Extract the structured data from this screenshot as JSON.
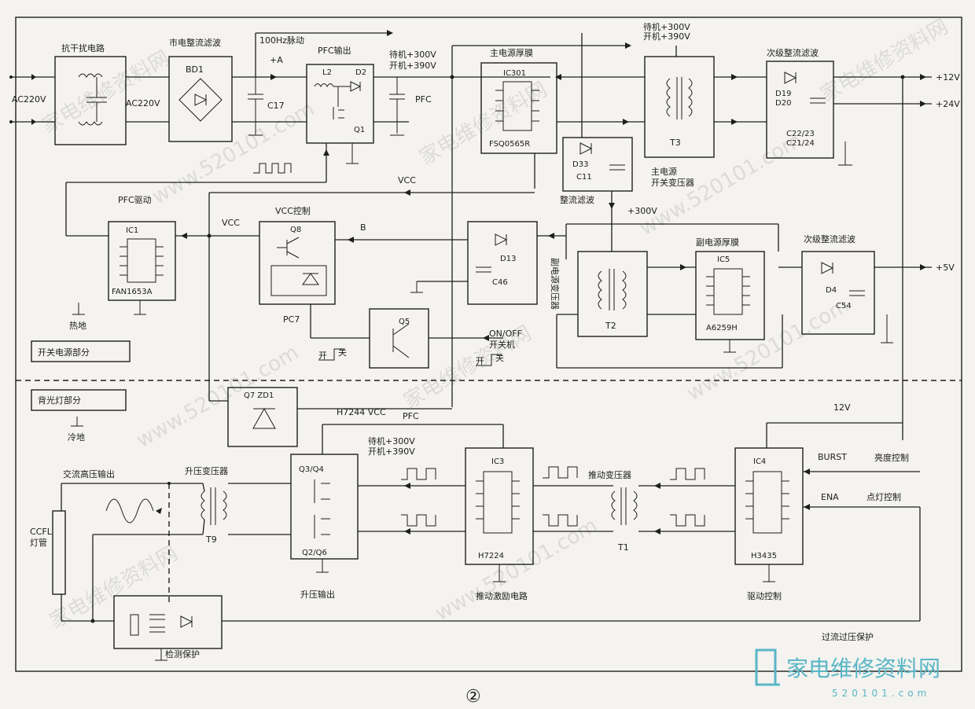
{
  "labels": {
    "emi": "抗干扰电路",
    "rect": "市电整流滤波",
    "hz": "100Hz脉动",
    "pfc_out": "PFC输出",
    "standby1": "待机+300V",
    "startup1": "开机+390V",
    "main_film": "主电源厚膜",
    "standby_top": "待机+300V",
    "startup_top": "开机+390V",
    "sec_rect1": "次级整流滤波",
    "ac220_in": "AC220V",
    "ac220": "AC220V",
    "bd1": "BD1",
    "plus_a": "+A",
    "c17": "C17",
    "l2": "L2",
    "d2": "D2",
    "q1": "Q1",
    "pfc": "PFC",
    "ic301": "IC301",
    "fsq": "FSQ0565R",
    "t3": "T3",
    "d19": "D19",
    "d20": "D20",
    "c2223": "C22/23",
    "c2124": "C21/24",
    "v12": "+12V",
    "v24": "+24V",
    "d33": "D33",
    "c11": "C11",
    "main_xfmr1": "主电源",
    "main_xfmr2": "开关变压器",
    "vcc_top": "VCC",
    "pfc_drive": "PFC驱动",
    "rect_filter": "整流滤波",
    "v300": "+300V",
    "ic1": "IC1",
    "fan": "FAN1653A",
    "vcc_ctrl": "VCC控制",
    "vcc_left": "VCC",
    "b": "B",
    "q8": "Q8",
    "d13": "D13",
    "c46": "C46",
    "aux_film": "副电源厚膜",
    "sec_rect2": "次级整流滤波",
    "ic5": "IC5",
    "a6259": "A6259H",
    "t2": "T2",
    "aux_xfmr": "副电源变压器",
    "d4": "D4",
    "c54": "C54",
    "v5": "+5V",
    "hot_gnd": "热地",
    "pc7": "PC7",
    "q5": "Q5",
    "onoff": "ON/OFF",
    "onoff_cn": "开关机",
    "sw_power": "开关电源部分",
    "kai": "开",
    "guan": "关",
    "kai2": "开",
    "guan2": "关",
    "backlight": "背光灯部分",
    "cold_gnd": "冷地",
    "q7zd1": "Q7  ZD1",
    "h7244vcc": "H7244  VCC",
    "pfc2": "PFC",
    "v12b": "12V",
    "standby2": "待机+300V",
    "startup2": "开机+390V",
    "ac_hv": "交流高压输出",
    "boost_xfmr": "升压变压器",
    "q3q4": "Q3/Q4",
    "ic3": "IC3",
    "drive_xfmr": "推动变压器",
    "ic4": "IC4",
    "burst": "BURST",
    "brightness": "亮度控制",
    "ena": "ENA",
    "light_ctrl": "点灯控制",
    "ccfl1": "CCFL",
    "ccfl2": "灯管",
    "t9": "T9",
    "q2q6": "Q2/Q6",
    "h7224": "H7224",
    "t1": "T1",
    "h3435": "H3435",
    "boost_out": "升压输出",
    "drive_circuit": "推动激励电路",
    "drive_ctrl": "驱动控制",
    "detect": "检测保护",
    "ocp": "过流过压保护",
    "circle2": "②",
    "logo_cn": "家电维修资料网",
    "logo_url": "520101.com"
  },
  "watermarks": [
    "家电维修资料网",
    "www.520101.com",
    "家电维修资料网",
    "www.520101.com",
    "家电维修资料网",
    "www.520101.com",
    "家电维修资料网",
    "www.520101.com",
    "家电维修资料网",
    "www.520101.com"
  ]
}
